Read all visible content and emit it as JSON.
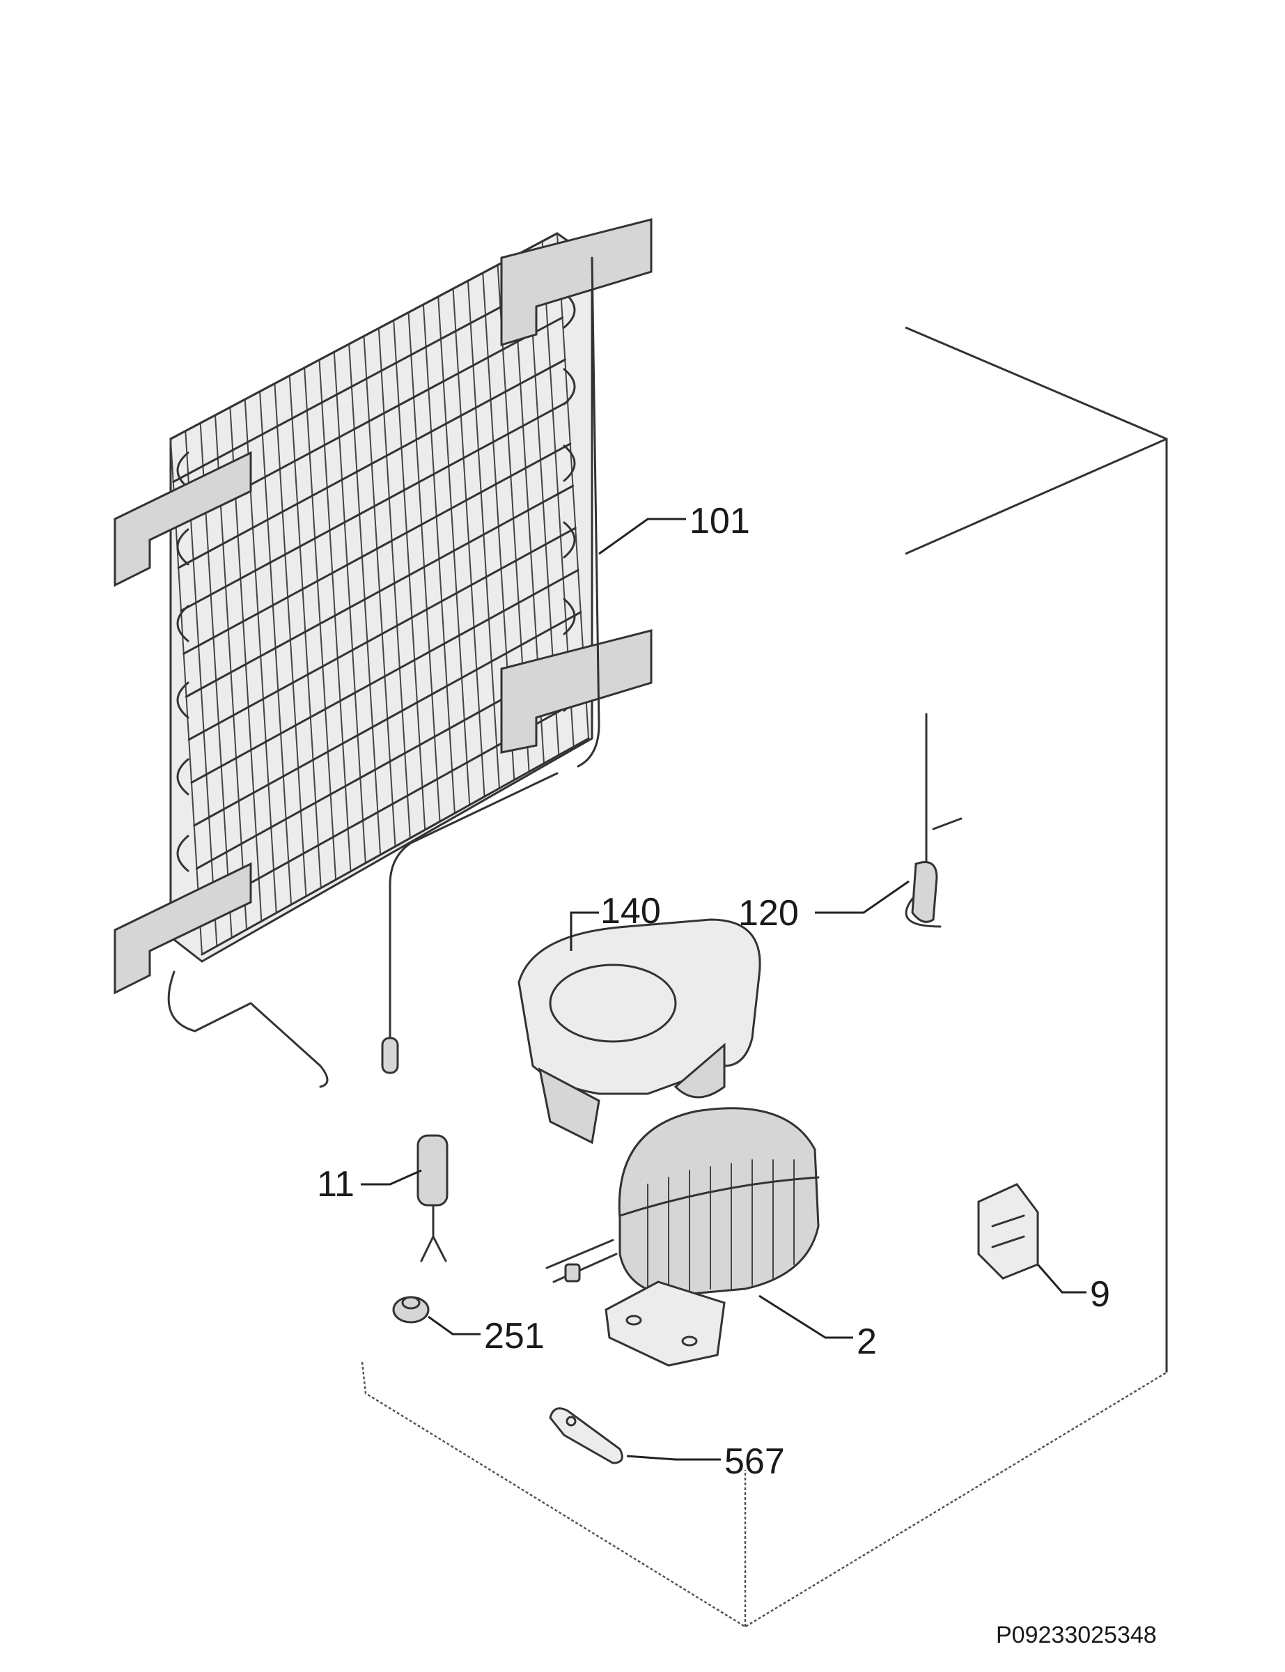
{
  "diagram": {
    "callouts": [
      {
        "id": "101",
        "label": "101"
      },
      {
        "id": "140",
        "label": "140"
      },
      {
        "id": "120",
        "label": "120"
      },
      {
        "id": "11",
        "label": "11"
      },
      {
        "id": "251",
        "label": "251"
      },
      {
        "id": "2",
        "label": "2"
      },
      {
        "id": "9",
        "label": "9"
      },
      {
        "id": "567",
        "label": "567"
      }
    ],
    "doc_id": "P09233025348"
  }
}
